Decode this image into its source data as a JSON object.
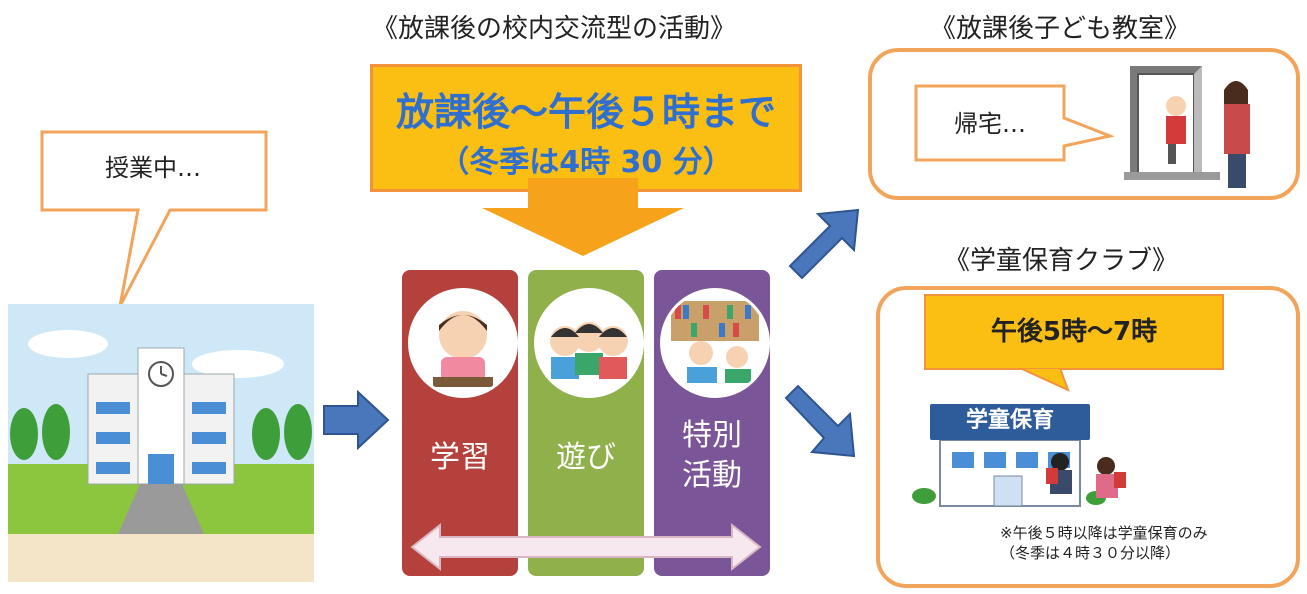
{
  "titles": {
    "center": "《放課後の校内交流型の活動》",
    "top_right": "《放課後子ども教室》",
    "mid_right": "《学童保育クラブ》"
  },
  "school_bubble": "授業中…",
  "banner": {
    "line1": "放課後～午後５時まで",
    "line2": "（冬季は4時 30 分）"
  },
  "columns": [
    {
      "label": "学習",
      "color": "#b5413c"
    },
    {
      "label": "遊び",
      "color": "#8fb04b"
    },
    {
      "label": "特別\n活動",
      "color": "#7a5597"
    }
  ],
  "home": {
    "bubble": "帰宅…"
  },
  "gakudo": {
    "time": "午後5時～7時",
    "sign": "学童保育",
    "note_line1": "※午後５時以降は学童保育のみ",
    "note_line2": "（冬季は４時３０分以降）"
  },
  "colors": {
    "orange_border": "#f2a55a",
    "banner_fill": "#fbbf14",
    "arrow_blue": "#4a77bb",
    "banner_text": "#2f6fcf"
  }
}
